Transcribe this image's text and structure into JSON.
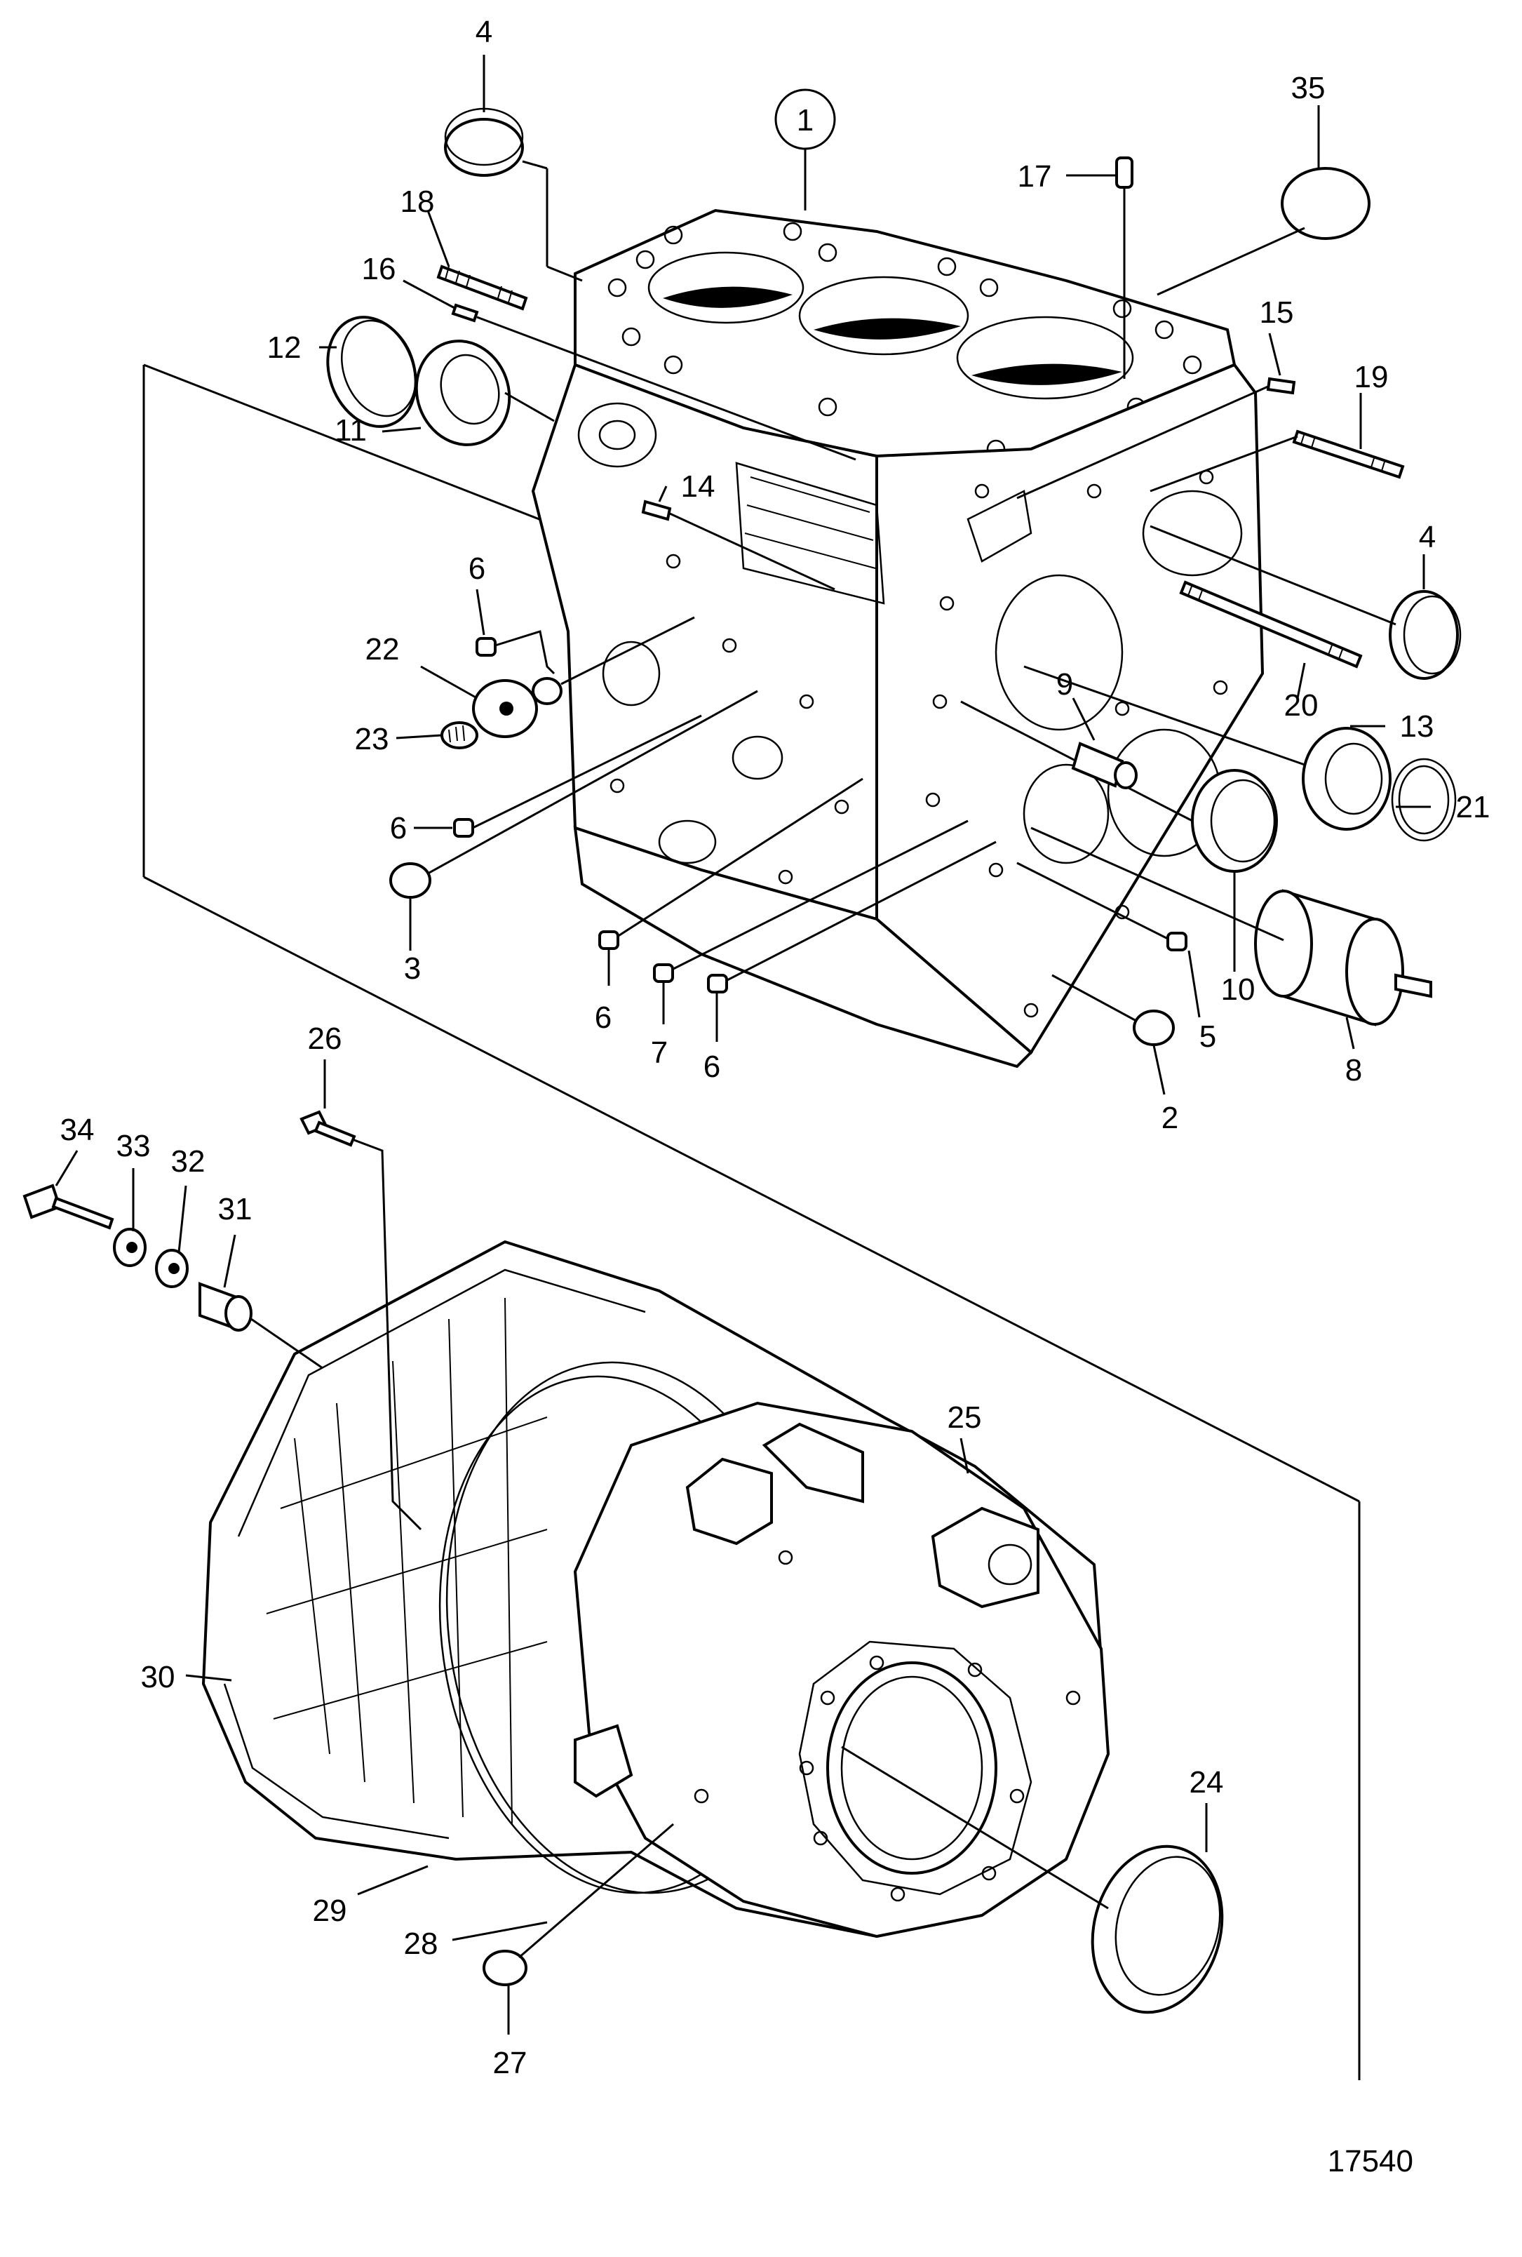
{
  "figure_id": "17540",
  "callouts": [
    {
      "key": "c1",
      "text": "1"
    },
    {
      "key": "c2",
      "text": "2"
    },
    {
      "key": "c3",
      "text": "3"
    },
    {
      "key": "c4a",
      "text": "4"
    },
    {
      "key": "c4b",
      "text": "4"
    },
    {
      "key": "c5",
      "text": "5"
    },
    {
      "key": "c6a",
      "text": "6"
    },
    {
      "key": "c6b",
      "text": "6"
    },
    {
      "key": "c6c",
      "text": "6"
    },
    {
      "key": "c6d",
      "text": "6"
    },
    {
      "key": "c7",
      "text": "7"
    },
    {
      "key": "c8",
      "text": "8"
    },
    {
      "key": "c9",
      "text": "9"
    },
    {
      "key": "c10",
      "text": "10"
    },
    {
      "key": "c11",
      "text": "11"
    },
    {
      "key": "c12",
      "text": "12"
    },
    {
      "key": "c13",
      "text": "13"
    },
    {
      "key": "c14",
      "text": "14"
    },
    {
      "key": "c15",
      "text": "15"
    },
    {
      "key": "c16",
      "text": "16"
    },
    {
      "key": "c17",
      "text": "17"
    },
    {
      "key": "c18",
      "text": "18"
    },
    {
      "key": "c19",
      "text": "19"
    },
    {
      "key": "c20",
      "text": "20"
    },
    {
      "key": "c21",
      "text": "21"
    },
    {
      "key": "c22",
      "text": "22"
    },
    {
      "key": "c23",
      "text": "23"
    },
    {
      "key": "c24",
      "text": "24"
    },
    {
      "key": "c25",
      "text": "25"
    },
    {
      "key": "c26",
      "text": "26"
    },
    {
      "key": "c27",
      "text": "27"
    },
    {
      "key": "c28",
      "text": "28"
    },
    {
      "key": "c29",
      "text": "29"
    },
    {
      "key": "c30",
      "text": "30"
    },
    {
      "key": "c31",
      "text": "31"
    },
    {
      "key": "c32",
      "text": "32"
    },
    {
      "key": "c33",
      "text": "33"
    },
    {
      "key": "c34",
      "text": "34"
    },
    {
      "key": "c35",
      "text": "35"
    }
  ]
}
